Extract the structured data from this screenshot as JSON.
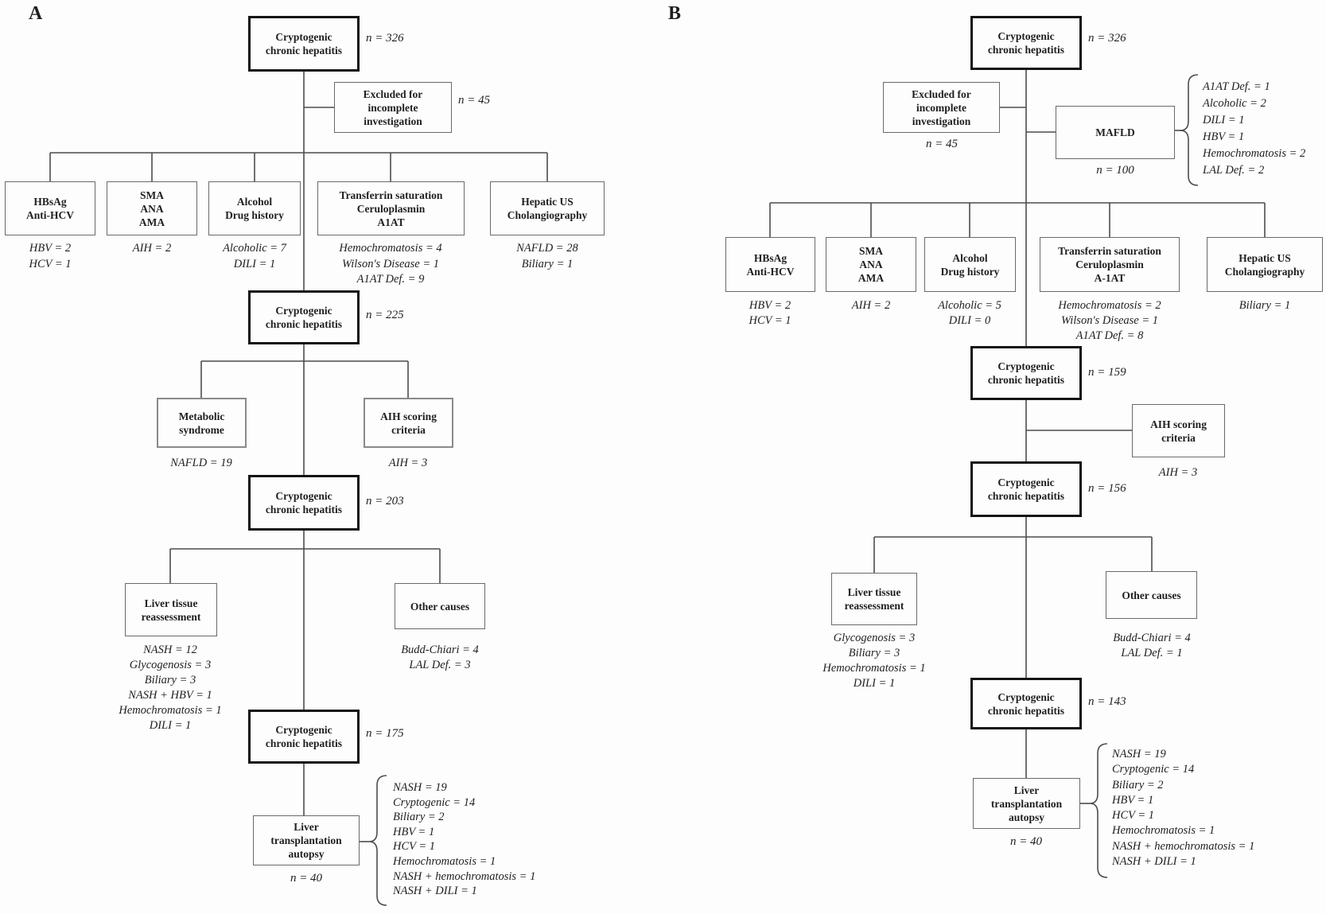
{
  "colors": {
    "line": "#4d4d4d",
    "emphasis_border": "#141414",
    "text": "#1f1f1f"
  },
  "panel_a": {
    "label": "A",
    "root": {
      "title": "Cryptogenic\nchronic hepatitis",
      "n": "n = 326"
    },
    "excluded": {
      "title": "Excluded for\nincomplete\ninvestigation",
      "n": "n = 45"
    },
    "tests": [
      {
        "title": "HBsAg\nAnti-HCV",
        "results": "HBV = 2\nHCV = 1"
      },
      {
        "title": "SMA\nANA\nAMA",
        "results": "AIH = 2"
      },
      {
        "title": "Alcohol\nDrug history",
        "results": "Alcoholic = 7\nDILI = 1"
      },
      {
        "title": "Transferrin saturation\nCeruloplasmin\nA1AT",
        "results": "Hemochromatosis = 4\nWilson's Disease = 1\nA1AT Def. = 9"
      },
      {
        "title": "Hepatic US\nCholangiography",
        "results": "NAFLD = 28\nBiliary = 1"
      }
    ],
    "cch2": {
      "title": "Cryptogenic\nchronic hepatitis",
      "n": "n = 225"
    },
    "metabolic": {
      "title": "Metabolic\nsyndrome",
      "results": "NAFLD = 19"
    },
    "aih": {
      "title": "AIH scoring\ncriteria",
      "results": "AIH = 3"
    },
    "cch3": {
      "title": "Cryptogenic\nchronic hepatitis",
      "n": "n = 203"
    },
    "liver_tissue": {
      "title": "Liver tissue\nreassessment",
      "results": "NASH = 12\nGlycogenosis = 3\nBiliary = 3\nNASH + HBV = 1\nHemochromatosis = 1\nDILI = 1"
    },
    "other_causes": {
      "title": "Other causes",
      "results": "Budd-Chiari = 4\nLAL Def. = 3"
    },
    "cch4": {
      "title": "Cryptogenic\nchronic hepatitis",
      "n": "n = 175"
    },
    "transplant": {
      "title": "Liver\ntransplantation\nautopsy",
      "n": "n = 40",
      "results": "NASH = 19\nCryptogenic = 14\nBiliary = 2\nHBV = 1\nHCV = 1\nHemochromatosis = 1\nNASH + hemochromatosis = 1\nNASH + DILI = 1"
    }
  },
  "panel_b": {
    "label": "B",
    "root": {
      "title": "Cryptogenic\nchronic hepatitis",
      "n": "n = 326"
    },
    "excluded": {
      "title": "Excluded for\nincomplete\ninvestigation",
      "n": "n = 45"
    },
    "mafld": {
      "title": "MAFLD",
      "n": "n = 100",
      "results": "A1AT Def. = 1\nAlcoholic = 2\nDILI = 1\nHBV = 1\nHemochromatosis = 2\nLAL Def. = 2"
    },
    "tests": [
      {
        "title": "HBsAg\nAnti-HCV",
        "results": "HBV = 2\nHCV = 1"
      },
      {
        "title": "SMA\nANA\nAMA",
        "results": "AIH = 2"
      },
      {
        "title": "Alcohol\nDrug history",
        "results": "Alcoholic = 5\nDILI = 0"
      },
      {
        "title": "Transferrin saturation\nCeruloplasmin\nA-1AT",
        "results": "Hemochromatosis = 2\nWilson's Disease = 1\nA1AT Def. = 8"
      },
      {
        "title": "Hepatic US\nCholangiography",
        "results": "Biliary = 1"
      }
    ],
    "cch2": {
      "title": "Cryptogenic\nchronic hepatitis",
      "n": "n = 159"
    },
    "aih": {
      "title": "AIH scoring\ncriteria",
      "results": "AIH = 3"
    },
    "cch3": {
      "title": "Cryptogenic\nchronic hepatitis",
      "n": "n = 156"
    },
    "liver_tissue": {
      "title": "Liver tissue\nreassessment",
      "results": "Glycogenosis = 3\nBiliary = 3\nHemochromatosis = 1\nDILI = 1"
    },
    "other_causes": {
      "title": "Other causes",
      "results": "Budd-Chiari = 4\nLAL Def. = 1"
    },
    "cch4": {
      "title": "Cryptogenic\nchronic hepatitis",
      "n": "n = 143"
    },
    "transplant": {
      "title": "Liver\ntransplantation\nautopsy",
      "n": "n = 40",
      "results": "NASH = 19\nCryptogenic = 14\nBiliary = 2\nHBV = 1\nHCV = 1\nHemochromatosis = 1\nNASH + hemochromatosis = 1\nNASH + DILI = 1"
    }
  }
}
